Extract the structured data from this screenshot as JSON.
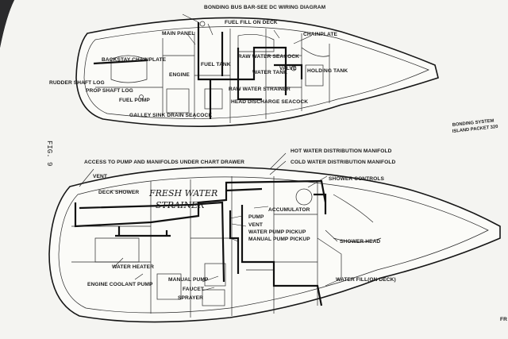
{
  "top_diagram": {
    "title": "BONDING BUS BAR-SEE DC WIRING DIAGRAM",
    "labels": {
      "main_panel": "MAIN PANEL",
      "fuel_fill": "FUEL FILL ON DECK",
      "chainplate_fwd": "CHAINPLATE",
      "backstay_chainplate": "BACKSTAY CHAINPLATE",
      "raw_water_seacock": "RAW WATER SEACOCK",
      "fuel_tank": "FUEL TANK",
      "engine": "ENGINE",
      "water_tank": "WATER TANK",
      "valve": "VALVE",
      "holding_tank": "HOLDING TANK",
      "rudder_shaft_log": "RUDDER SHAFT LOG",
      "prop_shaft_log": "PROP SHAFT LOG",
      "raw_water_strainer": "RAW WATER STRAINER",
      "fuel_pump": "FUEL PUMP",
      "head_discharge_seacock": "HEAD DISCHARGE SEACOCK",
      "galley_sink_drain_seacock": "GALLEY SINK DRAIN SEACOCK"
    }
  },
  "side_caption": {
    "line1": "BONDING SYSTEM",
    "line2": "ISLAND PACKET 320"
  },
  "fig_label": "FIG. 9",
  "corner_text": "FR",
  "bottom_diagram": {
    "title": "ACCESS TO PUMP AND MANIFOLDS UNDER CHART DRAWER",
    "handwritten_line1": "FRESH WATER",
    "handwritten_line2": "STRAINER",
    "labels": {
      "hot_manifold": "HOT WATER DISTRIBUTION MANIFOLD",
      "cold_manifold": "COLD WATER DISTRIBUTION MANIFOLD",
      "vent_top": "VENT",
      "deck_shower": "DECK SHOWER",
      "shower_controls": "SHOWER CONTROLS",
      "accumulator": "ACCUMULATOR",
      "pump": "PUMP",
      "vent": "VENT",
      "water_pump_pickup": "WATER PUMP PICKUP",
      "manual_pump_pickup": "MANUAL PUMP PICKUP",
      "water_heater": "WATER HEATER",
      "shower_head": "SHOWER HEAD",
      "engine_coolant_pump": "ENGINE COOLANT PUMP",
      "manual_pump": "MANUAL PUMP",
      "faucet": "FAUCET",
      "sprayer": "SPRAYER",
      "water_fill": "WATER FILL(ON DECK)"
    }
  }
}
